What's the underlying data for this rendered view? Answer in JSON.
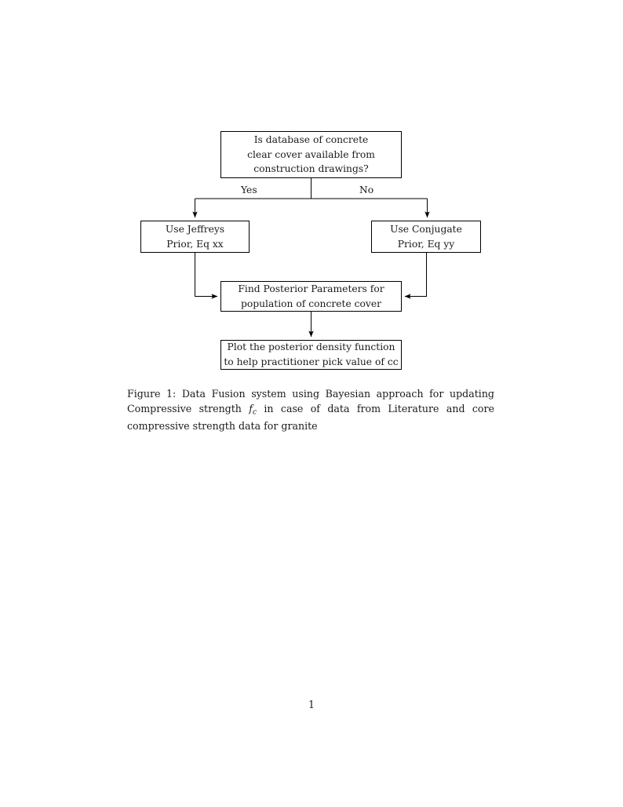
{
  "document": {
    "page_number": "1",
    "background_color": "#ffffff",
    "text_color": "#1a1a1a",
    "line_color": "#000000"
  },
  "figure": {
    "nodes": {
      "decision": {
        "id": "decision",
        "shape": "rectangle",
        "lines": [
          "Is database of concrete",
          "clear cover available from",
          "construction drawings?"
        ]
      },
      "jeffreys": {
        "id": "jeffreys",
        "shape": "rectangle",
        "lines": [
          "Use Jeffreys",
          "Prior, Eq xx"
        ]
      },
      "conjugate": {
        "id": "conjugate",
        "shape": "rectangle",
        "lines": [
          "Use Conjugate",
          "Prior, Eq yy"
        ]
      },
      "posterior": {
        "id": "posterior",
        "shape": "rectangle",
        "lines": [
          "Find Posterior Parameters for",
          "population of concrete cover"
        ]
      },
      "plot": {
        "id": "plot",
        "shape": "rectangle",
        "lines": [
          "Plot the posterior density function",
          "to help practitioner pick value of cc"
        ]
      }
    },
    "branch_labels": {
      "yes": "Yes",
      "no": "No"
    },
    "edges": [
      {
        "from": "decision",
        "to": "jeffreys",
        "label": "Yes",
        "style": "orthogonal-arrow"
      },
      {
        "from": "decision",
        "to": "conjugate",
        "label": "No",
        "style": "orthogonal-arrow"
      },
      {
        "from": "jeffreys",
        "to": "posterior",
        "label": "",
        "style": "orthogonal-arrow"
      },
      {
        "from": "conjugate",
        "to": "posterior",
        "label": "",
        "style": "orthogonal-arrow"
      },
      {
        "from": "posterior",
        "to": "plot",
        "label": "",
        "style": "straight-arrow"
      }
    ]
  },
  "caption": {
    "label": "Figure 1:",
    "text_before_math": " Data Fusion system using Bayesian approach for updating Compressive strength ",
    "math_base": "f",
    "math_sub": "c",
    "text_after_math": " in case of data from Literature and core compressive strength data for granite",
    "full_text": "Figure 1: Data Fusion system using Bayesian approach for updating Compressive strength fc in case of data from Literature and core compressive strength data for granite"
  }
}
